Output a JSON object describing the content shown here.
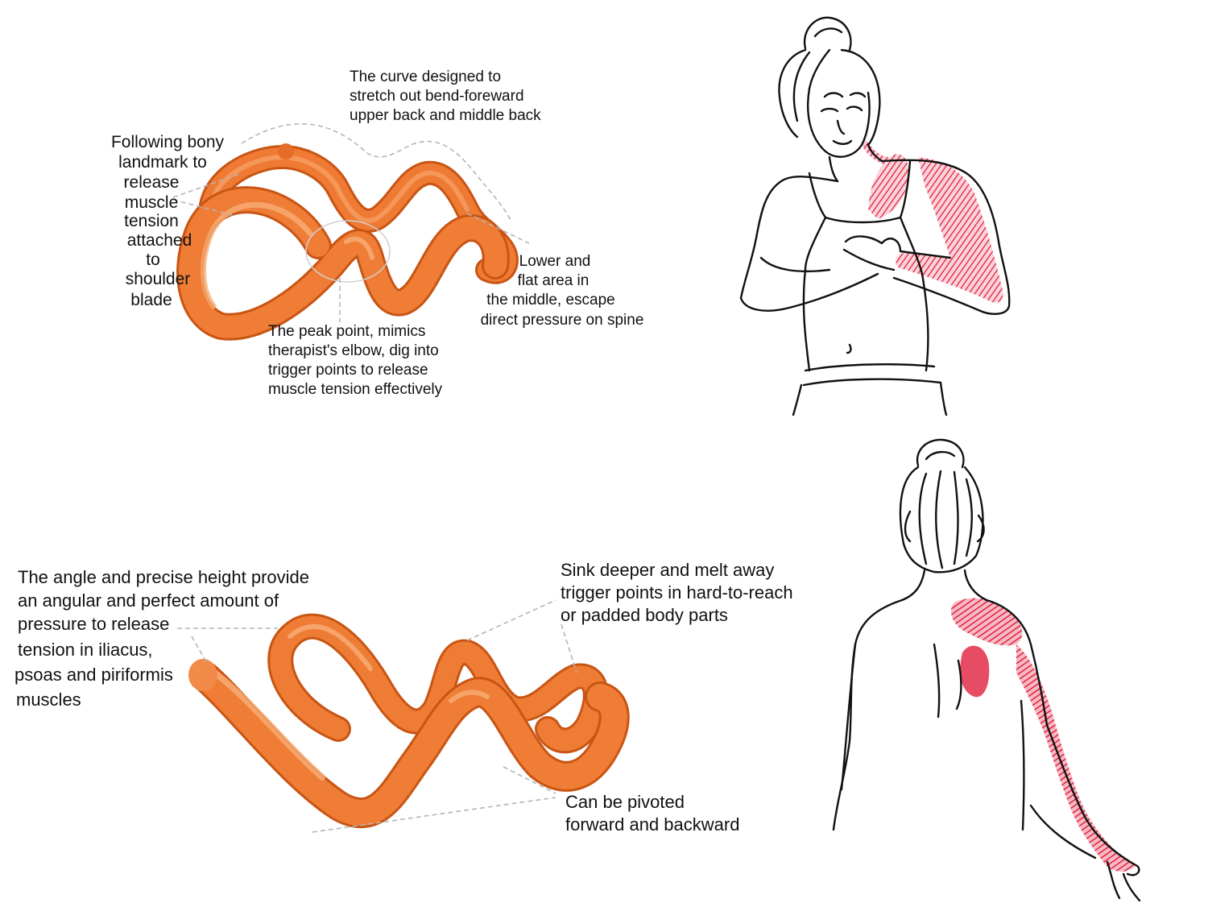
{
  "colors": {
    "product": "#ee7a33",
    "product_dark": "#c85514",
    "product_light": "#f7a468",
    "pain": "#e0203d",
    "callout_line": "#b5b5b5",
    "ink": "#111111"
  },
  "top": {
    "shoulder_blade": [
      "Following bony",
      "landmark to",
      "release",
      "muscle",
      "tension",
      "attached",
      "to",
      "shoulder",
      "blade"
    ],
    "curve": [
      "The curve designed to",
      "stretch out bend-foreward",
      "upper back and middle back"
    ],
    "flat": [
      "Lower and",
      "flat area in",
      "the middle,  escape",
      "direct pressure on spine"
    ],
    "peak": [
      "The peak point, mimics",
      "therapist's elbow, dig into",
      "trigger points to release",
      "muscle tension effectively"
    ]
  },
  "bottom": {
    "angle": [
      "The angle and precise height provide",
      "an angular and perfect amount of",
      "pressure to release",
      "tension in iliacus,",
      "psoas and piriformis",
      "muscles"
    ],
    "sink": [
      "Sink deeper and melt away",
      "trigger points in hard-to-reach",
      "or padded body parts"
    ],
    "pivot": [
      "Can be pivoted",
      "forward and backward"
    ]
  }
}
